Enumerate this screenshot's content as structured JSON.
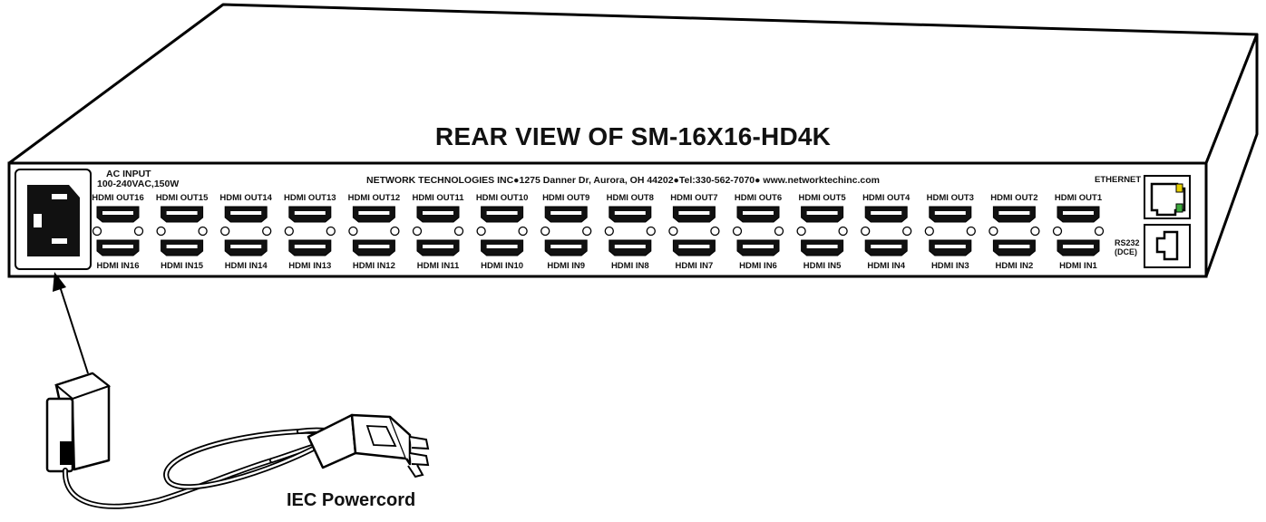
{
  "title": "REAR VIEW OF SM-16X16-HD4K",
  "company_line": "NETWORK  TECHNOLOGIES INC●1275 Danner Dr, Aurora, OH 44202●Tel:330-562-7070● www.networktechinc.com",
  "ac_input": {
    "line1": "AC INPUT",
    "line2": "100-240VAC,150W"
  },
  "ethernet_label": "ETHERNET",
  "rs232_label": {
    "line1": "RS232",
    "line2": "(DCE)"
  },
  "powercord_label": "IEC Powercord",
  "outputs": [
    "HDMI OUT16",
    "HDMI OUT15",
    "HDMI OUT14",
    "HDMI OUT13",
    "HDMI OUT12",
    "HDMI OUT11",
    "HDMI OUT10",
    "HDMI OUT9",
    "HDMI OUT8",
    "HDMI OUT7",
    "HDMI OUT6",
    "HDMI OUT5",
    "HDMI OUT4",
    "HDMI OUT3",
    "HDMI OUT2",
    "HDMI OUT1"
  ],
  "inputs": [
    "HDMI IN16",
    "HDMI IN15",
    "HDMI IN14",
    "HDMI IN13",
    "HDMI IN12",
    "HDMI IN11",
    "HDMI IN10",
    "HDMI IN9",
    "HDMI IN8",
    "HDMI IN7",
    "HDMI IN6",
    "HDMI IN5",
    "HDMI IN4",
    "HDMI IN3",
    "HDMI IN2",
    "HDMI IN1"
  ],
  "icons": [
    "ac-power-socket-icon",
    "hdmi-port-icon",
    "ethernet-port-icon",
    "rs232-port-icon",
    "iec-plug-icon",
    "wall-plug-icon",
    "pointer-arrow-icon"
  ]
}
